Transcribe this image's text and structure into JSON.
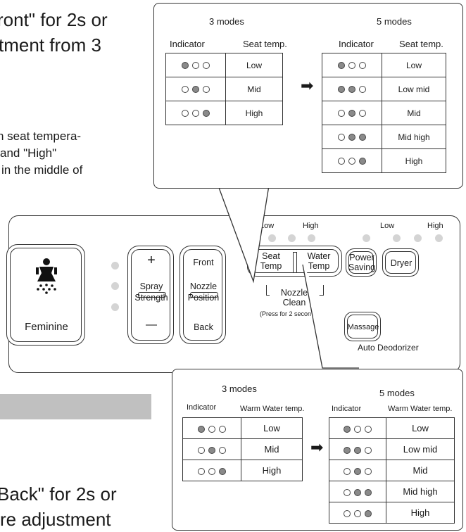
{
  "background_text": {
    "top_line1": "ront\" for 2s or",
    "top_line2": "tment from 3",
    "mid_line1": "n seat tempera-",
    "mid_line2": "and \"High\"",
    "mid_line3": "in the middle of",
    "bottom_line1": "Back\" for 2s or",
    "bottom_line2": "re adjustment"
  },
  "seat_table": {
    "three_title": "3 modes",
    "five_title": "5 modes",
    "indicator_header": "Indicator",
    "temp_header": "Seat temp.",
    "three_rows": [
      {
        "dots": [
          1,
          0,
          0
        ],
        "label": "Low"
      },
      {
        "dots": [
          0,
          1,
          0
        ],
        "label": "Mid"
      },
      {
        "dots": [
          0,
          0,
          1
        ],
        "label": "High"
      }
    ],
    "five_rows": [
      {
        "dots": [
          1,
          0,
          0
        ],
        "label": "Low"
      },
      {
        "dots": [
          1,
          1,
          0
        ],
        "label": "Low mid"
      },
      {
        "dots": [
          0,
          1,
          0
        ],
        "label": "Mid"
      },
      {
        "dots": [
          0,
          1,
          1
        ],
        "label": "Mid high"
      },
      {
        "dots": [
          0,
          0,
          1
        ],
        "label": "High"
      }
    ]
  },
  "water_table": {
    "three_title": "3 modes",
    "five_title": "5 modes",
    "indicator_header": "Indicator",
    "temp_header": "Warm Water temp.",
    "three_rows": [
      {
        "dots": [
          1,
          0,
          0
        ],
        "label": "Low"
      },
      {
        "dots": [
          0,
          1,
          0
        ],
        "label": "Mid"
      },
      {
        "dots": [
          0,
          0,
          1
        ],
        "label": "High"
      }
    ],
    "five_rows": [
      {
        "dots": [
          1,
          0,
          0
        ],
        "label": "Low"
      },
      {
        "dots": [
          1,
          1,
          0
        ],
        "label": "Low mid"
      },
      {
        "dots": [
          0,
          1,
          0
        ],
        "label": "Mid"
      },
      {
        "dots": [
          0,
          1,
          1
        ],
        "label": "Mid high"
      },
      {
        "dots": [
          0,
          0,
          1
        ],
        "label": "High"
      }
    ]
  },
  "panel": {
    "feminine": "Feminine",
    "spray_plus": "+",
    "spray_label1": "Spray",
    "spray_label2": "Strength",
    "spray_minus": "—",
    "front": "Front",
    "nozzle_label1": "Nozzle",
    "nozzle_label2": "Position",
    "back": "Back",
    "seat_temp1": "Seat",
    "seat_temp2": "Temp",
    "water_temp1": "Water",
    "water_temp2": "Temp",
    "low_left": "Low",
    "high_left": "High",
    "low_right": "Low",
    "high_right": "High",
    "power_saving1": "Power",
    "power_saving2": "Saving",
    "dryer": "Dryer",
    "nozzle_clean1": "Nozzle",
    "nozzle_clean2": "Clean",
    "press_note": "(Press for 2 secon",
    "massage": "Massage",
    "auto_deodorizer": "Auto Deodorizer"
  }
}
